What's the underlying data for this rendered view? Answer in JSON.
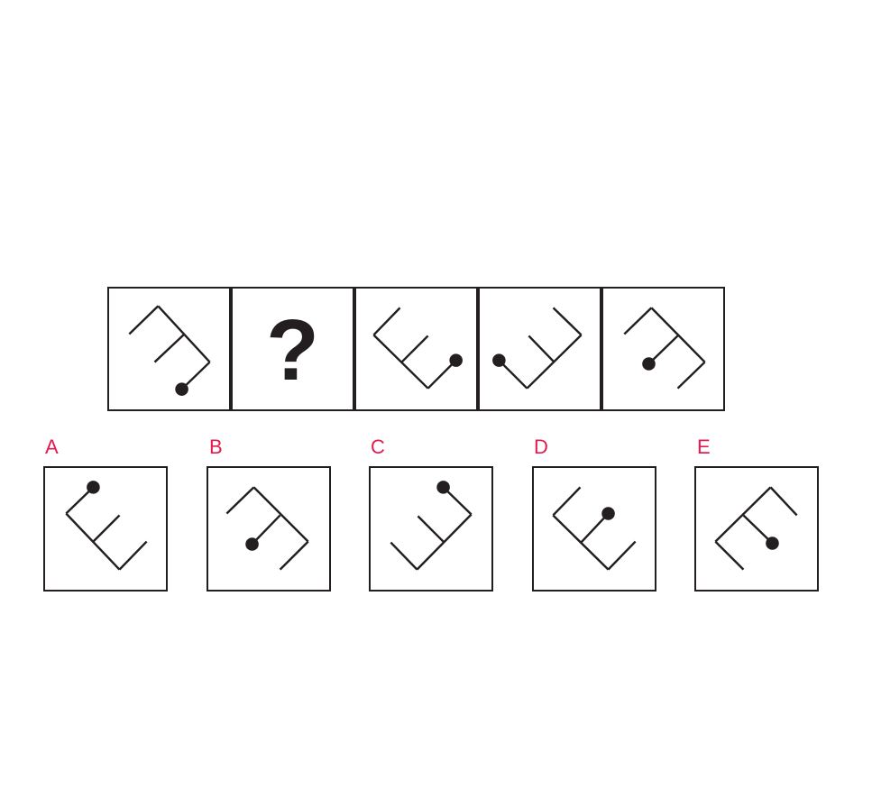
{
  "question": {
    "cells": [
      {
        "type": "figure",
        "icon": "comb-with-dot-1"
      },
      {
        "type": "missing",
        "text": "?"
      },
      {
        "type": "figure",
        "icon": "comb-with-dot-3"
      },
      {
        "type": "figure",
        "icon": "comb-with-dot-4"
      },
      {
        "type": "figure",
        "icon": "comb-with-dot-5"
      }
    ]
  },
  "options": [
    {
      "label": "A",
      "icon": "comb-with-dot-a"
    },
    {
      "label": "B",
      "icon": "comb-with-dot-b"
    },
    {
      "label": "C",
      "icon": "comb-with-dot-c"
    },
    {
      "label": "D",
      "icon": "comb-with-dot-d"
    },
    {
      "label": "E",
      "icon": "comb-with-dot-e"
    }
  ],
  "colors": {
    "line": "#231f20",
    "label": "#e31b4f",
    "background": "#ffffff"
  }
}
